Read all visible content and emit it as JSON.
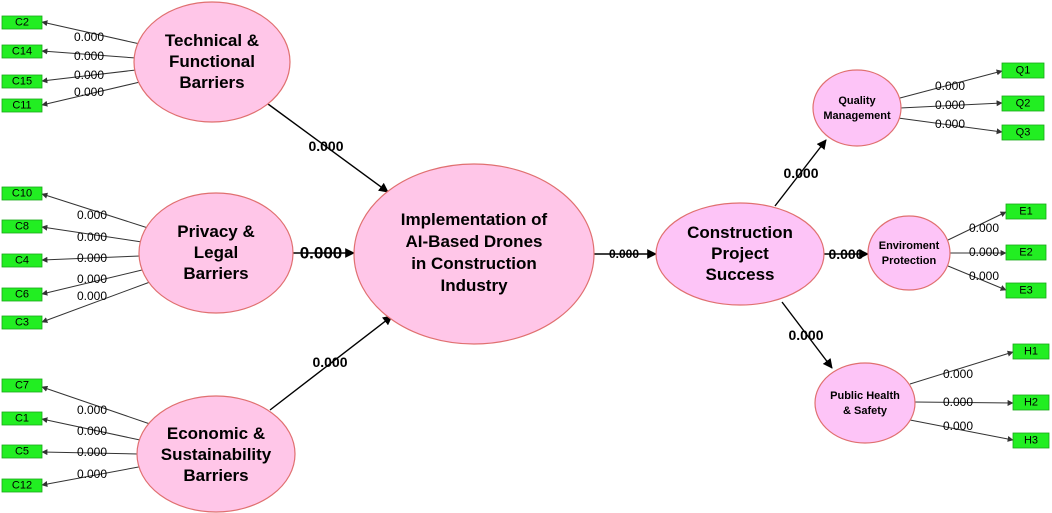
{
  "colors": {
    "latent_fill": "#ffc6e8",
    "latent_fill_outcome": "#fdc4f7",
    "latent_stroke": "#e07070",
    "indicator_fill": "#22ee22",
    "arrow": "#000000"
  },
  "nodes": {
    "technical": {
      "lines": [
        "Technical &",
        "Functional",
        "Barriers"
      ]
    },
    "privacy": {
      "lines": [
        "Privacy &",
        "Legal",
        "Barriers"
      ]
    },
    "economic": {
      "lines": [
        "Economic &",
        "Sustainability",
        "Barriers"
      ]
    },
    "implementation": {
      "lines": [
        "Implementation of",
        "AI-Based Drones",
        "in Construction",
        "Industry"
      ]
    },
    "success": {
      "lines": [
        "Construction",
        "Project",
        "Success"
      ]
    },
    "quality": {
      "lines": [
        "Quality",
        "Management"
      ]
    },
    "environment": {
      "lines": [
        "Enviroment",
        "Protection"
      ]
    },
    "health": {
      "lines": [
        "Public Health",
        "& Safety"
      ]
    }
  },
  "indicators": {
    "technical": [
      "C2",
      "C14",
      "C15",
      "C11"
    ],
    "privacy": [
      "C10",
      "C8",
      "C4",
      "C6",
      "C3"
    ],
    "economic": [
      "C7",
      "C1",
      "C5",
      "C12"
    ],
    "quality": [
      "Q1",
      "Q2",
      "Q3"
    ],
    "environment": [
      "E1",
      "E2",
      "E3"
    ],
    "health": [
      "H1",
      "H2",
      "H3"
    ]
  },
  "loadings": {
    "technical": [
      "0.000",
      "0.000",
      "0.000",
      "0.000"
    ],
    "privacy": [
      "0.000",
      "0.000",
      "0.000",
      "0.000",
      "0.000"
    ],
    "economic": [
      "0.000",
      "0.000",
      "0.000",
      "0.000"
    ],
    "quality": [
      "0.000",
      "0.000",
      "0.000"
    ],
    "environment": [
      "0.000",
      "0.000",
      "0.000"
    ],
    "health": [
      "0.000",
      "0.000",
      "0.000"
    ]
  },
  "paths": {
    "technical_to_implementation": "0.000",
    "privacy_to_implementation": "0.000",
    "economic_to_implementation": "0.000",
    "implementation_to_success": "0.000",
    "success_to_quality": "0.000",
    "success_to_environment": "0.000",
    "success_to_health": "0.000"
  }
}
